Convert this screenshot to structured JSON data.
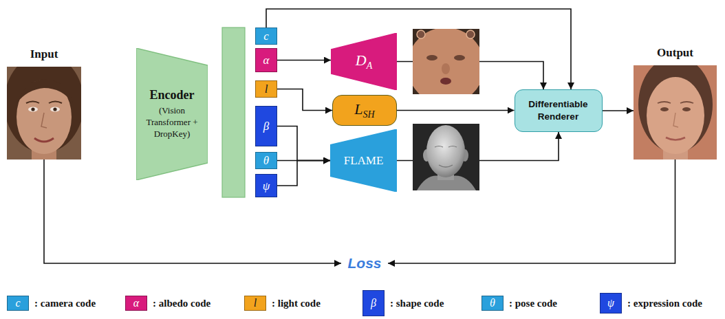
{
  "diagram": {
    "nodes": [
      {
        "text": [
          "Input"
        ]
      },
      {
        "text": [
          "Encoder",
          "(Vision Transformer + DropKey)"
        ]
      },
      {
        "text": [
          "c"
        ]
      },
      {
        "text": [
          "α"
        ]
      },
      {
        "text": [
          "l"
        ]
      },
      {
        "text": [
          "β"
        ]
      },
      {
        "text": [
          "θ"
        ]
      },
      {
        "text": [
          "ψ"
        ]
      },
      {
        "text": [
          "D",
          "A"
        ]
      },
      {
        "text": [
          "L",
          "SH"
        ]
      },
      {
        "text": [
          "FLAME"
        ]
      },
      {
        "text": [
          "Differentiable Renderer"
        ]
      },
      {
        "text": [
          "Output"
        ]
      },
      {
        "text": [
          "Loss"
        ]
      }
    ],
    "edges": [
      {
        "from": 3,
        "to": 8,
        "arrow": "to"
      },
      {
        "from": 4,
        "to": 9,
        "arrow": "to"
      },
      {
        "from": 5,
        "to": 10,
        "arrow": "to"
      },
      {
        "from": 6,
        "to": 10,
        "arrow": "to"
      },
      {
        "from": 7,
        "to": 10,
        "arrow": "to"
      },
      {
        "from": 2,
        "to": 11,
        "arrow": "to"
      },
      {
        "from": 8,
        "to": 11,
        "arrow": "to"
      },
      {
        "from": 9,
        "to": 11,
        "arrow": "to"
      },
      {
        "from": 10,
        "to": 11,
        "arrow": "to"
      },
      {
        "from": 11,
        "to": 12,
        "arrow": "to"
      },
      {
        "from": 0,
        "to": 13,
        "arrow": "to"
      },
      {
        "from": 12,
        "to": 13,
        "arrow": "to"
      }
    ],
    "labels": [
      "c",
      "α",
      "l",
      "β",
      "θ",
      "ψ"
    ],
    "legend": [
      {
        "text": ": camera code",
        "color": "#2aa0dc"
      },
      {
        "text": ": albedo code",
        "color": "#d81b7d"
      },
      {
        "text": ": light code",
        "color": "#f2a31d"
      },
      {
        "text": ": shape code",
        "color": "#1f48e0"
      },
      {
        "text": ": pose code",
        "color": "#2aa0dc"
      },
      {
        "text": ": expression code",
        "color": "#1f48e0"
      }
    ]
  }
}
